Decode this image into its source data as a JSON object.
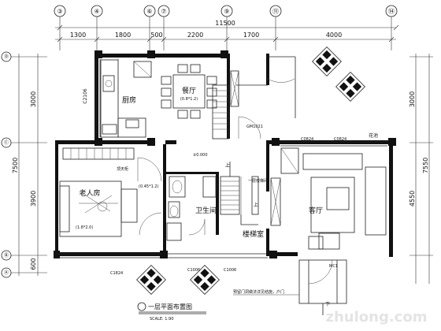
{
  "axes_top": [
    "③",
    "④",
    "⑥",
    "⑦",
    "⑨",
    "⑪",
    "⑭"
  ],
  "axes_left": [
    "Ⓓ",
    "Ⓒ",
    "Ⓑ",
    "Ⓐ"
  ],
  "dims_top": [
    "1300",
    "1800",
    "500",
    "2200",
    "1700",
    "4000"
  ],
  "dim_total_top": "11500",
  "dims_left": [
    "3000",
    "3900",
    "600"
  ],
  "dim_total_left": "7500",
  "dims_right": [
    "3000",
    "4550"
  ],
  "dim_total_right": "7550",
  "rooms": {
    "kitchen": "厨房",
    "dining": "餐厅",
    "dining_size": "(0.8*1.2)",
    "elder_room": "老人房",
    "elder_bed": "(1.8*2.0)",
    "bath": "卫生间",
    "bath_size": "(0.45*1.2)",
    "living": "客厅",
    "stair": "楼梯室",
    "flowerbed": "花池"
  },
  "labels": {
    "c2106": "C2106",
    "gm1021": "GM1021",
    "c0824_a": "C0824",
    "c0824_b": "C0824",
    "c1824": "C1824",
    "c1006_a": "C1006",
    "c1006_b": "C1006",
    "mc1": "MC1",
    "level": "±0.000",
    "up_1": "上",
    "up_2": "上",
    "down": "下",
    "note_stair": "一层楼梯间",
    "note_door": "预留门洞做法详见结施，户门",
    "note_cab": "顶天柜"
  },
  "title": "一层平面布置图",
  "scale": "SCALE: 1:90",
  "watermark": "zhulong.com"
}
